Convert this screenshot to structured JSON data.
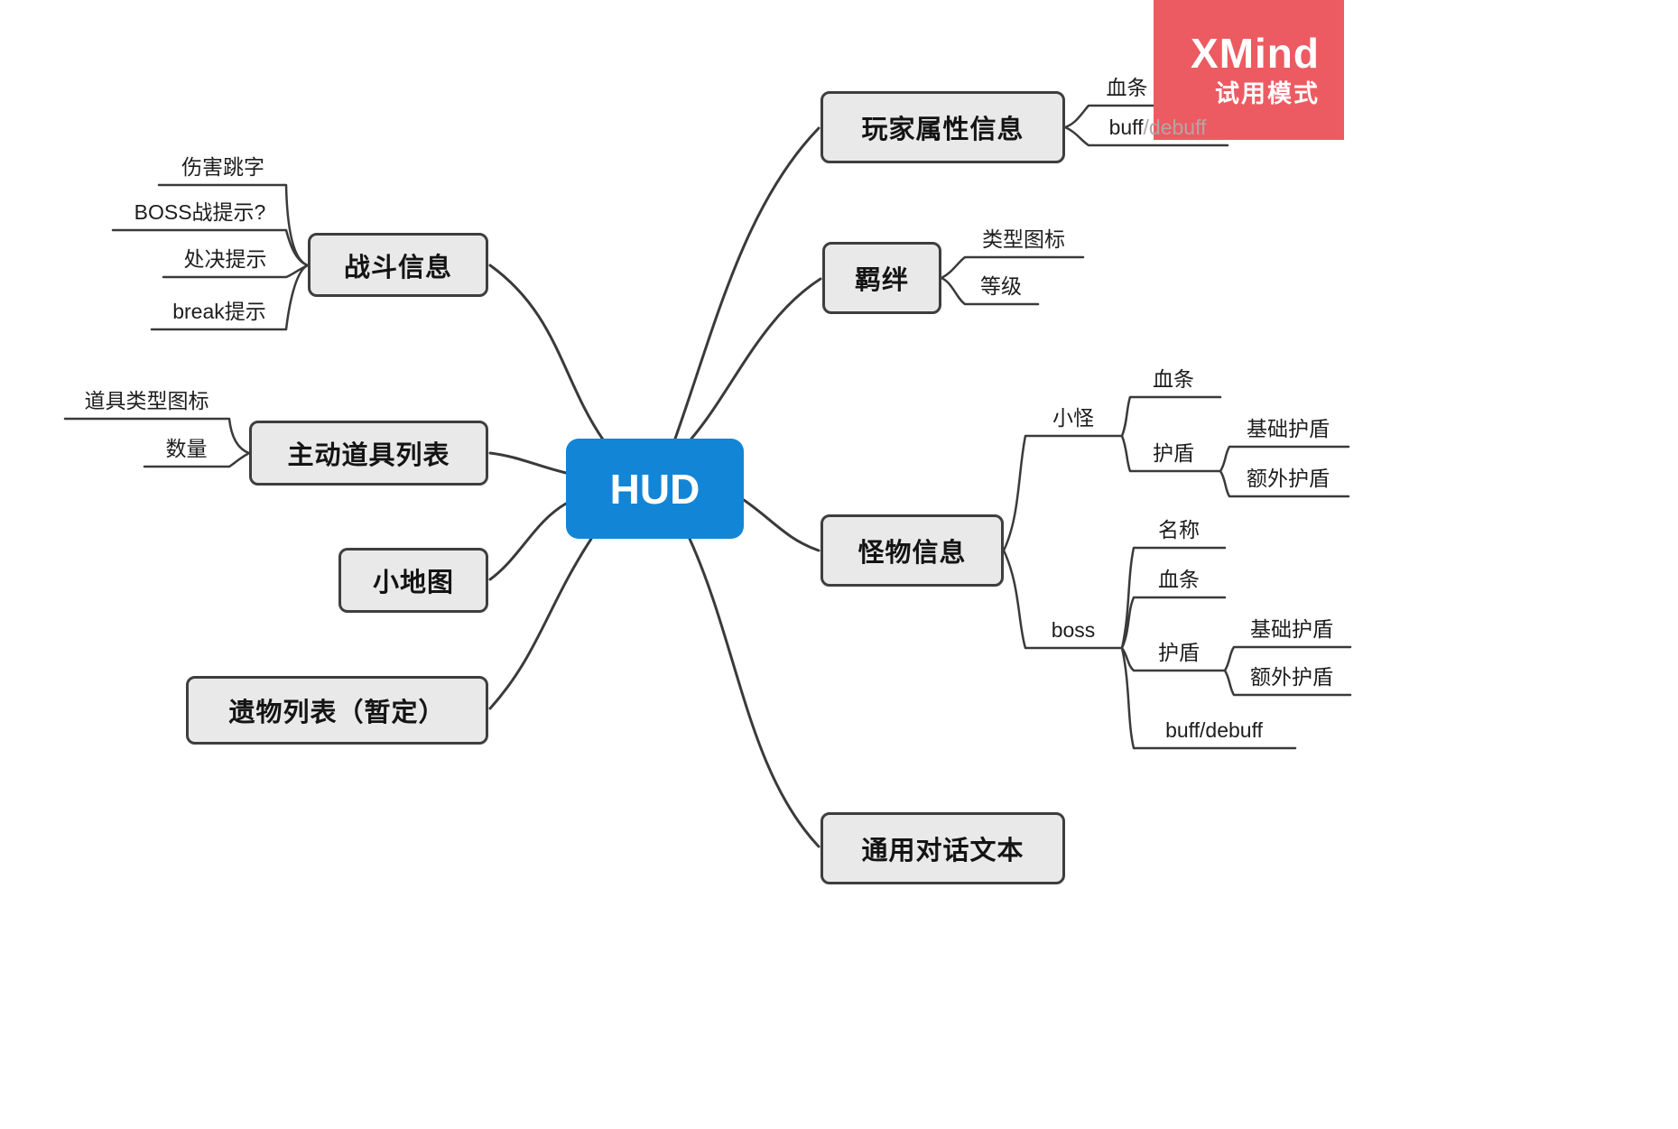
{
  "badge": {
    "brand": "XMind",
    "mode": "试用模式",
    "color": "#ec5b61"
  },
  "root": {
    "label": "HUD",
    "color": "#1285d6"
  },
  "topics": {
    "combat": {
      "label": "战斗信息"
    },
    "active_items": {
      "label": "主动道具列表"
    },
    "minimap": {
      "label": "小地图"
    },
    "relics": {
      "label": "遗物列表（暂定）"
    },
    "player": {
      "label": "玩家属性信息"
    },
    "bond": {
      "label": "羁绊"
    },
    "monster": {
      "label": "怪物信息"
    },
    "dialog": {
      "label": "通用对话文本"
    }
  },
  "subtopics": {
    "combat": [
      "伤害跳字",
      "BOSS战提示?",
      "处决提示",
      "break提示"
    ],
    "active_items": [
      "道具类型图标",
      "数量"
    ],
    "player": {
      "hp": "血条",
      "buff_main": "buff",
      "buff_faded": "/debuff"
    },
    "bond": [
      "类型图标",
      "等级"
    ],
    "monster": {
      "minion": {
        "label": "小怪",
        "hp": "血条",
        "shield": "护盾",
        "shield_sub": [
          "基础护盾",
          "额外护盾"
        ]
      },
      "boss": {
        "label": "boss",
        "name": "名称",
        "hp": "血条",
        "shield": "护盾",
        "shield_sub": [
          "基础护盾",
          "额外护盾"
        ],
        "buff": "buff/debuff"
      }
    }
  },
  "colors": {
    "connector": "#3a3a3a",
    "topic_fill": "#e9e9e9",
    "topic_border": "#3e3e3e"
  }
}
